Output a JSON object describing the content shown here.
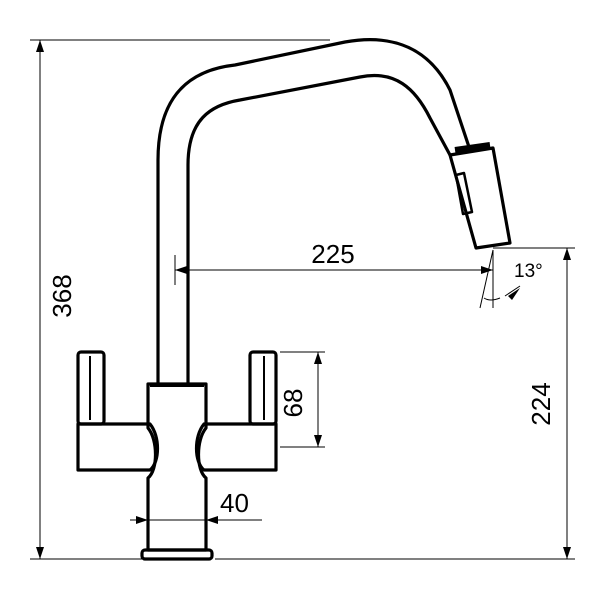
{
  "dimensions": {
    "total_height": "368",
    "reach": "225",
    "spout_height": "224",
    "handle_height": "68",
    "base_diameter": "40",
    "spout_angle": "13°"
  },
  "colors": {
    "line": "#000000",
    "background": "#ffffff"
  }
}
